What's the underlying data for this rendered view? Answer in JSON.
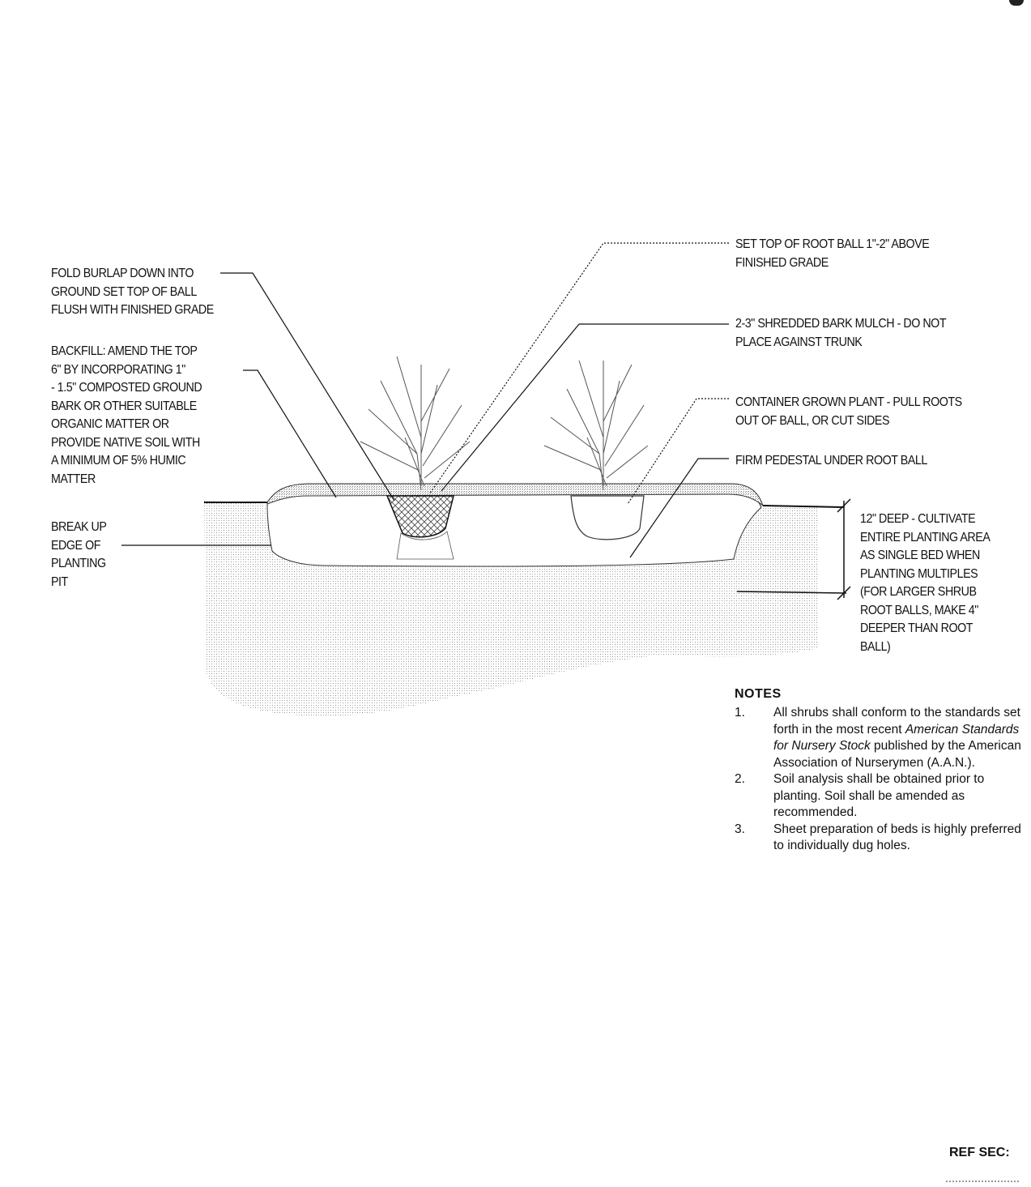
{
  "labels": {
    "set_top_root_ball": [
      "SET TOP OF ROOT BALL 1\"-2\" ABOVE",
      "FINISHED GRADE"
    ],
    "fold_burlap": [
      "FOLD BURLAP DOWN INTO",
      "GROUND  SET TOP OF BALL",
      "FLUSH WITH FINISHED GRADE"
    ],
    "shredded_bark": [
      "2-3\" SHREDDED BARK  MULCH - DO NOT",
      "PLACE AGAINST TRUNK"
    ],
    "backfill": [
      "BACKFILL: AMEND THE TOP",
      "6\" BY INCORPORATING 1\"",
      "- 1.5\" COMPOSTED GROUND",
      "BARK OR OTHER SUITABLE",
      "ORGANIC MATTER OR",
      "PROVIDE NATIVE SOIL WITH",
      "A MINIMUM OF 5% HUMIC",
      "MATTER"
    ],
    "container_grown": [
      "CONTAINER GROWN PLANT - PULL ROOTS",
      "OUT OF BALL, OR CUT SIDES"
    ],
    "firm_pedestal": [
      "FIRM PEDESTAL UNDER ROOT BALL"
    ],
    "break_up_edge": [
      "BREAK UP",
      "EDGE OF",
      "PLANTING",
      "PIT"
    ],
    "depth_note": [
      "12\" DEEP - CULTIVATE",
      "ENTIRE PLANTING AREA",
      "AS SINGLE BED WHEN",
      "PLANTING MULTIPLES",
      "(FOR LARGER SHRUB",
      "ROOT BALLS, MAKE 4\"",
      "DEEPER THAN ROOT",
      "BALL)"
    ]
  },
  "notes": {
    "title": "NOTES",
    "items": [
      {
        "num": "1.",
        "parts": [
          {
            "text": "All shrubs shall conform to the standards set forth in the most recent "
          },
          {
            "text": "American Standards for Nursery Stock",
            "italic": true
          },
          {
            "text": " published by the American Association of Nurserymen (A.A.N.)."
          }
        ]
      },
      {
        "num": "2.",
        "parts": [
          {
            "text": "Soil analysis shall be obtained prior to planting.  Soil shall be amended as recommended."
          }
        ]
      },
      {
        "num": "3.",
        "parts": [
          {
            "text": "Sheet preparation of beds is highly preferred to individually dug holes."
          }
        ]
      }
    ]
  },
  "ref_sec": "REF SEC:",
  "colors": {
    "ink": "#111111",
    "soil": "#c4c4c4",
    "mulch": "#9a9a9a",
    "plant": "#555555"
  }
}
